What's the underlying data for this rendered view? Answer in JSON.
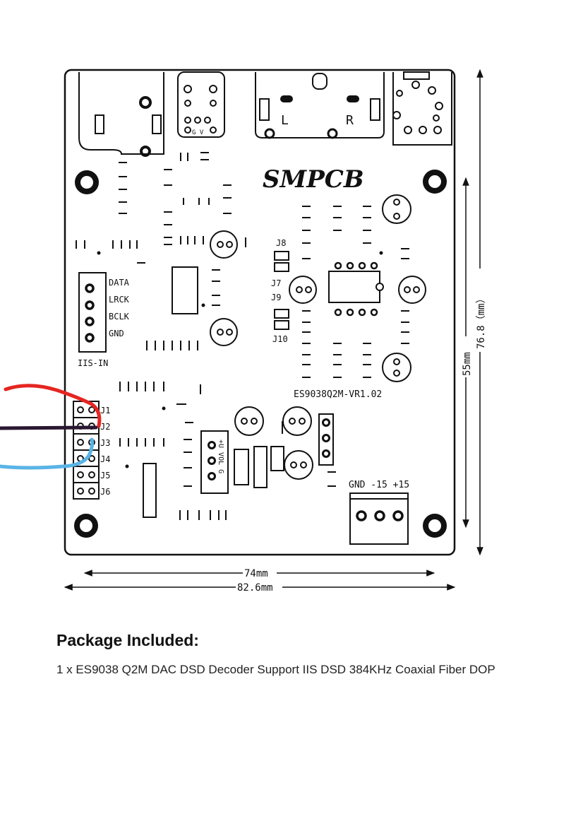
{
  "board": {
    "brand_logo": "SMPCB",
    "model": "ES9038Q2M-VR1.02",
    "jumper_labels": [
      "J1",
      "J2",
      "J3",
      "J4",
      "J5",
      "J6"
    ],
    "jumper_j7": "J7",
    "jumper_j8": "J8",
    "jumper_j9": "J9",
    "jumper_j10": "J10",
    "iis_signals": [
      "DATA",
      "LRCK",
      "BCLK",
      "GND"
    ],
    "iis_header": "IIS-IN",
    "rca_left": "L",
    "rca_right": "R",
    "vol_connector": "+U VOL G",
    "optical_label": "G V",
    "power_label": "GND -15 +15"
  },
  "dimensions": {
    "width_inner": "74mm",
    "width_outer": "82.6mm",
    "height_inner": "55mm",
    "height_outer": "76.8（mm）"
  },
  "wires": {
    "top": "#e52521",
    "middle": "#2a1730",
    "bottom": "#5ab4e6"
  },
  "package": {
    "heading": "Package Included:",
    "description": "1 x ES9038 Q2M DAC DSD Decoder Support IIS DSD 384KHz Coaxial Fiber DOP"
  }
}
